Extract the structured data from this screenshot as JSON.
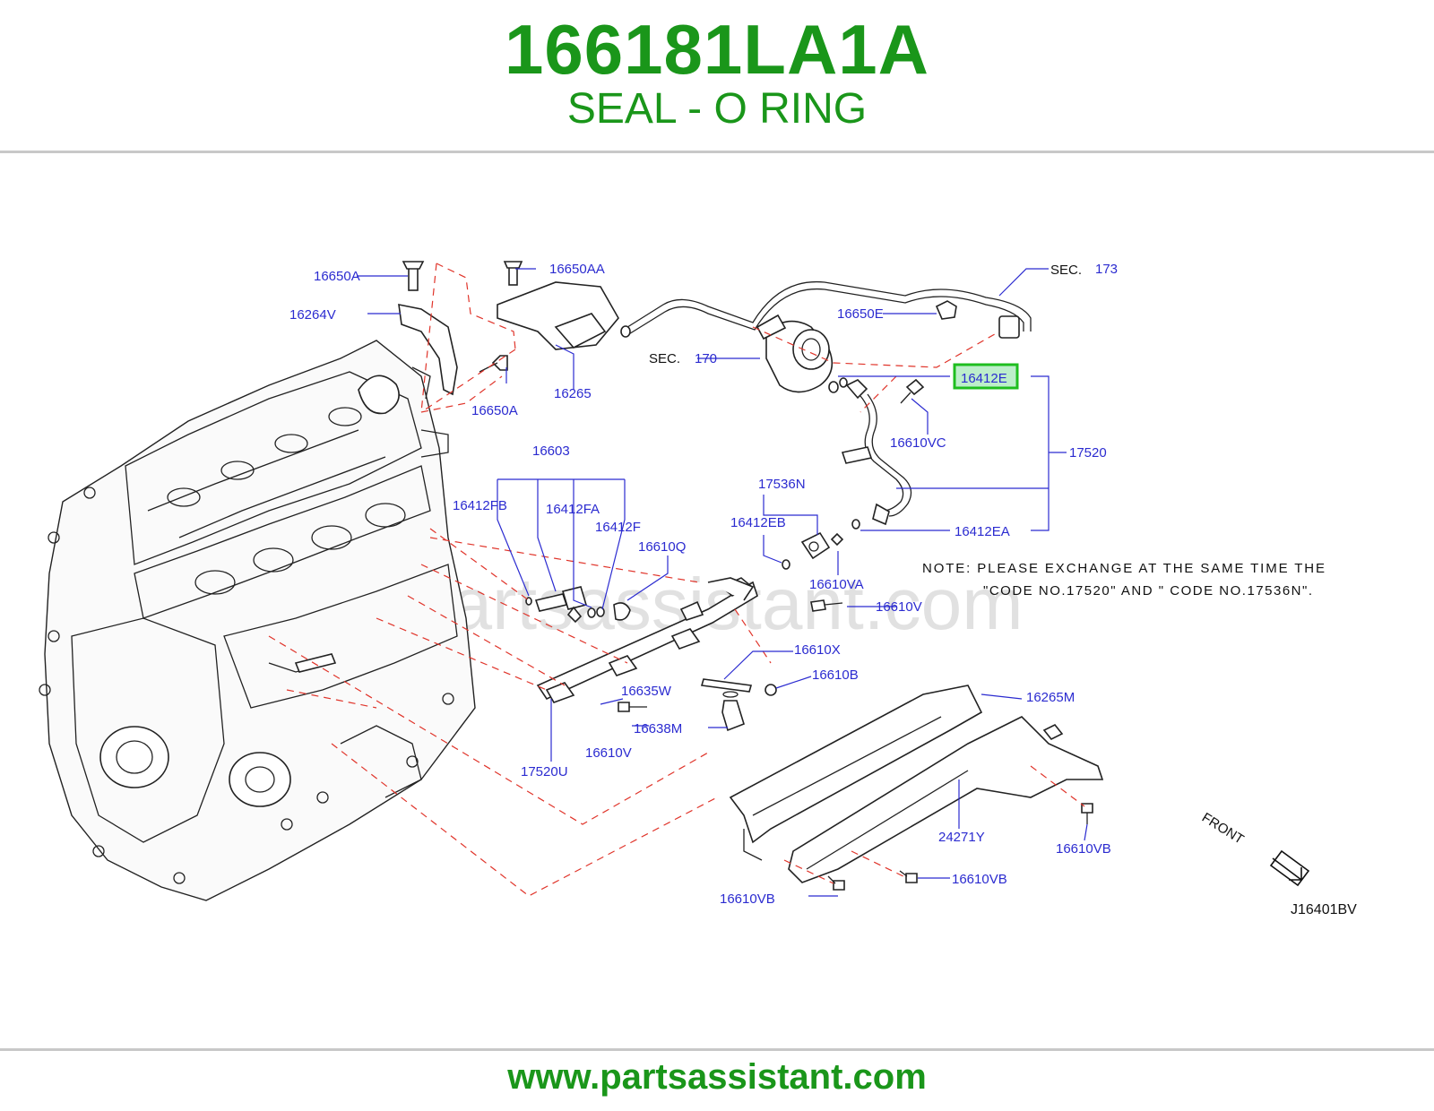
{
  "header": {
    "part_number": "166181LA1A",
    "description": "SEAL - O RING"
  },
  "footer": {
    "url": "www.partsassistant.com"
  },
  "diagram": {
    "watermark": "www.partsassistant.com",
    "diagram_code": "J16401BV",
    "front_label": "FRONT",
    "highlighted_label": "16412E",
    "highlight_color": "#1fbe1f",
    "sec_173": {
      "prefix": "SEC.",
      "number": "173"
    },
    "sec_170": {
      "prefix": "SEC.",
      "number": "170"
    },
    "note_line1": "NOTE: PLEASE EXCHANGE AT THE SAME TIME THE",
    "note_line2": "\"CODE NO.17520\" AND \" CODE NO.17536N\".",
    "labels": {
      "l_16650A_top": "16650A",
      "l_16264V": "16264V",
      "l_16650AA": "16650AA",
      "l_16265": "16265",
      "l_16650A_mid": "16650A",
      "l_16650E": "16650E",
      "l_16610VC": "16610VC",
      "l_17520": "17520",
      "l_16412EA": "16412EA",
      "l_17536N": "17536N",
      "l_16412EB": "16412EB",
      "l_16610VA": "16610VA",
      "l_16603": "16603",
      "l_16412FB": "16412FB",
      "l_16412FA": "16412FA",
      "l_16412F": "16412F",
      "l_16610Q": "16610Q",
      "l_16610V_right": "16610V",
      "l_16610X": "16610X",
      "l_16610B": "16610B",
      "l_16635W": "16635W",
      "l_16638M": "16638M",
      "l_16610V_low": "16610V",
      "l_17520U": "17520U",
      "l_16265M": "16265M",
      "l_24271Y": "24271Y",
      "l_16610VB_right": "16610VB",
      "l_16610VB_mid": "16610VB",
      "l_16610VB_left": "16610VB"
    }
  }
}
